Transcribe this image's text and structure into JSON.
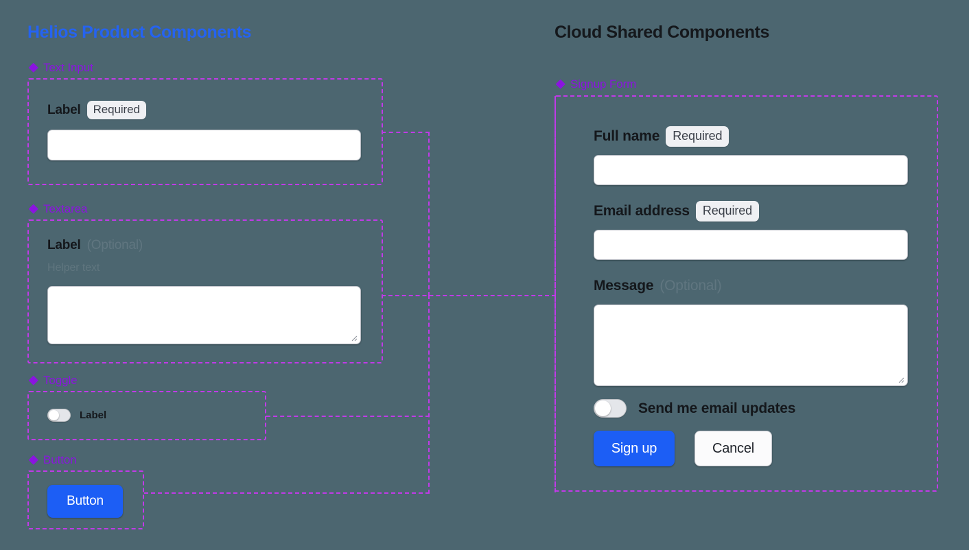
{
  "columns": {
    "left_heading": "Helios Product Components",
    "right_heading": "Cloud Shared Components"
  },
  "colors": {
    "background": "#4c6670",
    "left_heading": "#2563f0",
    "right_heading": "#15181c",
    "section_label": "#8b14e0",
    "dashed_box": "#c13ae8",
    "primary_button": "#1c5ef5",
    "badge_background": "#eff0f3",
    "muted_text": "#607680"
  },
  "left_sections": {
    "text_input": {
      "label": "Text Input",
      "icon": "component-diamond-icon",
      "field": {
        "label": "Label",
        "badge": "Required",
        "value": ""
      }
    },
    "textarea": {
      "label": "Textarea",
      "icon": "component-diamond-icon",
      "field": {
        "label": "Label",
        "optional": "(Optional)",
        "helper": "Helper text",
        "value": ""
      }
    },
    "toggle": {
      "label": "Toggle",
      "icon": "component-diamond-icon",
      "field": {
        "label": "Label",
        "state": "off"
      }
    },
    "button": {
      "label": "Button",
      "icon": "component-diamond-icon",
      "field": {
        "label": "Button"
      }
    }
  },
  "right_sections": {
    "signup_form": {
      "label": "Signup Form",
      "icon": "component-diamond-icon",
      "fields": {
        "full_name": {
          "label": "Full name",
          "badge": "Required",
          "value": ""
        },
        "email_address": {
          "label": "Email address",
          "badge": "Required",
          "value": ""
        },
        "message": {
          "label": "Message",
          "optional": "(Optional)",
          "value": ""
        },
        "email_updates": {
          "label": "Send me email updates",
          "state": "off"
        }
      },
      "actions": {
        "submit": "Sign up",
        "cancel": "Cancel"
      }
    }
  }
}
